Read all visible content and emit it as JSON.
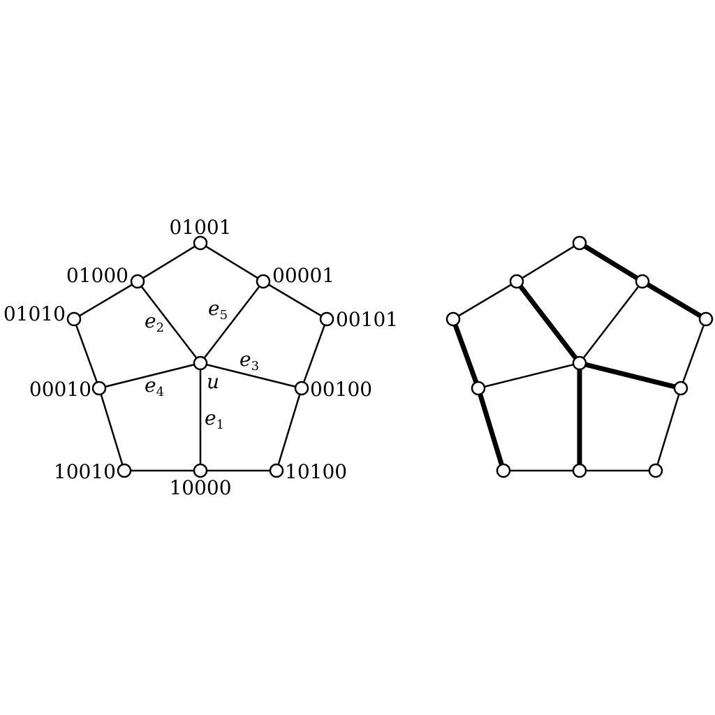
{
  "left_graph": {
    "vertex_labels": {
      "top": "01001",
      "upper_left": "01000",
      "upper_right": "00001",
      "outer_left": "01010",
      "outer_right": "00101",
      "mid_left": "00010",
      "mid_right": "00100",
      "bottom_left": "10010",
      "bottom_center": "10000",
      "bottom_right": "10100"
    },
    "center_label": "u",
    "edge_labels": {
      "e1": {
        "base": "e",
        "sub": "1"
      },
      "e2": {
        "base": "e",
        "sub": "2"
      },
      "e3": {
        "base": "e",
        "sub": "3"
      },
      "e4": {
        "base": "e",
        "sub": "4"
      },
      "e5": {
        "base": "e",
        "sub": "5"
      }
    }
  },
  "right_graph": {
    "highlighted_edges": [
      [
        "top",
        "upper_right"
      ],
      [
        "upper_right",
        "outer_right"
      ],
      [
        "upper_left",
        "center"
      ],
      [
        "center",
        "mid_right"
      ],
      [
        "center",
        "bottom_center"
      ],
      [
        "outer_left",
        "mid_left"
      ],
      [
        "mid_left",
        "bottom_left"
      ]
    ]
  },
  "colors": {
    "stroke": "#000000",
    "vertex_fill": "#ffffff",
    "background": "#ffffff"
  }
}
